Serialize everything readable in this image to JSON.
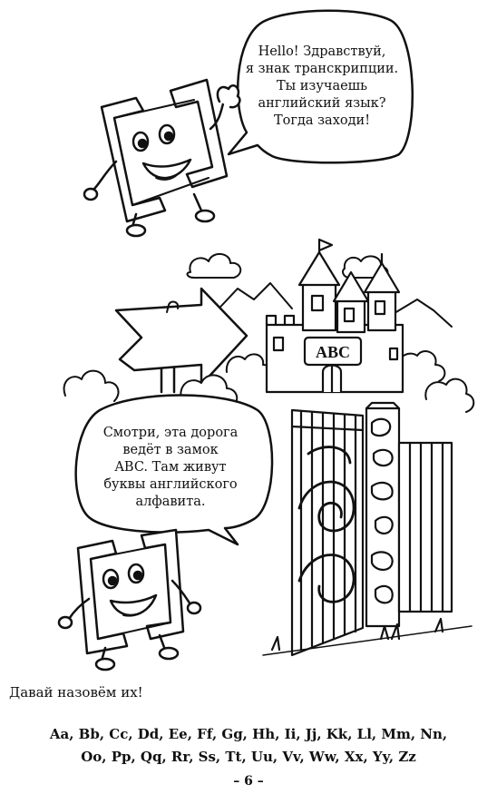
{
  "bubble1": {
    "lines": [
      "Hello! Здравствуй,",
      "я знак транскрипции.",
      "Ты изучаешь",
      "английский язык?",
      "Тогда заходи!"
    ]
  },
  "bubble2": {
    "lines": [
      "Смотри, эта дорога",
      "ведёт в замок",
      "ABC. Там живут",
      "буквы английского",
      "алфавита."
    ]
  },
  "castle_sign": "ABC",
  "intro": "Давай назовём их!",
  "alphabet": {
    "line1": "Aa, Bb, Cc, Dd, Ee, Ff, Gg, Hh, Ii, Jj, Kk, Ll, Mm, Nn,",
    "line2": "Oo, Pp, Qq, Rr, Ss, Tt, Uu, Vv, Ww, Xx, Yy, Zz"
  },
  "page_number": "– 6 –"
}
